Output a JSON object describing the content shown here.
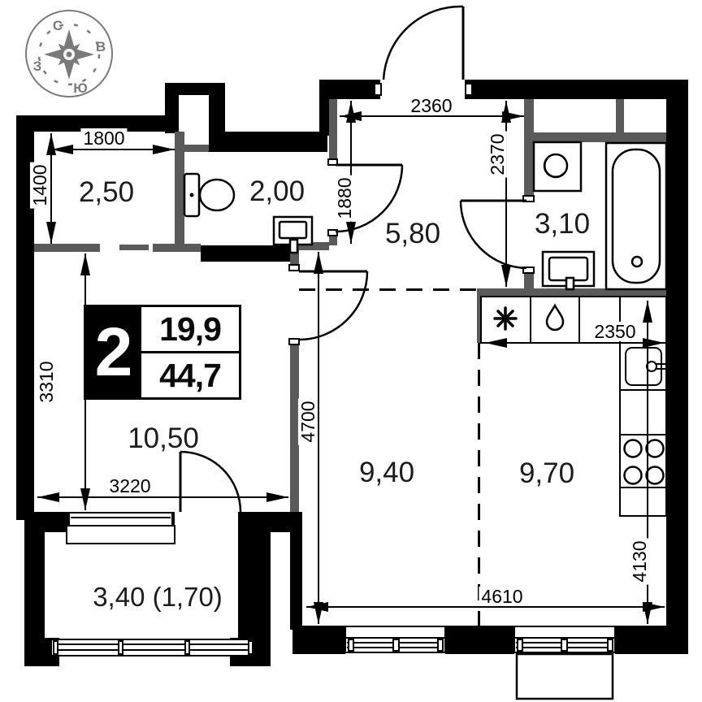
{
  "compass": {
    "n": "С",
    "e": "В",
    "s": "Ю",
    "w": "З"
  },
  "badge": {
    "rooms": "2",
    "living_area": "19,9",
    "total_area": "44,7"
  },
  "rooms": {
    "storage": "2,50",
    "wc": "2,00",
    "hallway": "5,80",
    "bathroom": "3,10",
    "living_room": "10,50",
    "bedroom": "9,40",
    "kitchen": "9,70",
    "balcony": "3,40 (1,70)"
  },
  "dims": {
    "d1800": "1800",
    "d1400": "1400",
    "d2360": "2360",
    "d2370": "2370",
    "d1880": "1880",
    "d3310": "3310",
    "d4700": "4700",
    "d3220": "3220",
    "d2350": "2350",
    "d4130": "4130",
    "d4610": "4610"
  },
  "colors": {
    "wall": "#000000",
    "partition": "#5a5a5a",
    "compass": "#7a7a7a"
  }
}
